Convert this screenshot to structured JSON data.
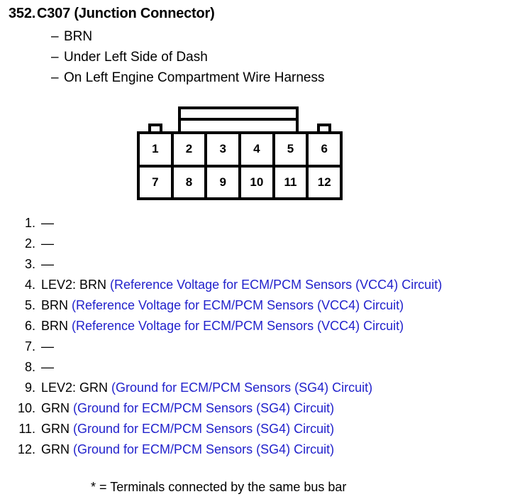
{
  "header": {
    "item_number": "352.",
    "connector_name": "C307 (Junction Connector)",
    "bullets": [
      {
        "dash": "–",
        "text": "BRN"
      },
      {
        "dash": "–",
        "text": "Under Left Side of Dash"
      },
      {
        "dash": "–",
        "text": "On Left Engine Compartment Wire Harness"
      }
    ]
  },
  "connector_diagram": {
    "top_row": [
      "1",
      "2",
      "3",
      "4",
      "5",
      "6"
    ],
    "bottom_row": [
      "7",
      "8",
      "9",
      "10",
      "11",
      "12"
    ]
  },
  "pin_list": [
    {
      "num": "1.",
      "code": "—",
      "desc": ""
    },
    {
      "num": "2.",
      "code": "—",
      "desc": ""
    },
    {
      "num": "3.",
      "code": "—",
      "desc": ""
    },
    {
      "num": "4.",
      "code": "LEV2: BRN",
      "desc": "(Reference Voltage for ECM/PCM Sensors (VCC4) Circuit)"
    },
    {
      "num": "5.",
      "code": "BRN",
      "desc": "(Reference Voltage for ECM/PCM Sensors (VCC4) Circuit)"
    },
    {
      "num": "6.",
      "code": "BRN",
      "desc": "(Reference Voltage for ECM/PCM Sensors (VCC4) Circuit)"
    },
    {
      "num": "7.",
      "code": "—",
      "desc": ""
    },
    {
      "num": "8.",
      "code": "—",
      "desc": ""
    },
    {
      "num": "9.",
      "code": "LEV2: GRN",
      "desc": "(Ground for ECM/PCM Sensors (SG4) Circuit)"
    },
    {
      "num": "10.",
      "code": "GRN",
      "desc": "(Ground for ECM/PCM Sensors (SG4) Circuit)"
    },
    {
      "num": "11.",
      "code": "GRN",
      "desc": "(Ground for ECM/PCM Sensors (SG4) Circuit)"
    },
    {
      "num": "12.",
      "code": "GRN",
      "desc": "(Ground for ECM/PCM Sensors (SG4) Circuit)"
    }
  ],
  "footnote": "* = Terminals connected by the same bus bar",
  "colors": {
    "text": "#000000",
    "circuit_description": "#2222cc",
    "background": "#ffffff"
  }
}
